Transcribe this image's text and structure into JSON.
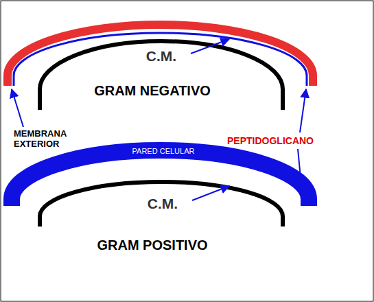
{
  "diagram": {
    "labels": [
      "C.M.",
      "GRAM NEGATIVO",
      "MEMBRANA EXTERIOR",
      "PEPTIDOGLICANO",
      "PARED CELULAR",
      "C.M.",
      "GRAM POSITIVO"
    ]
  }
}
